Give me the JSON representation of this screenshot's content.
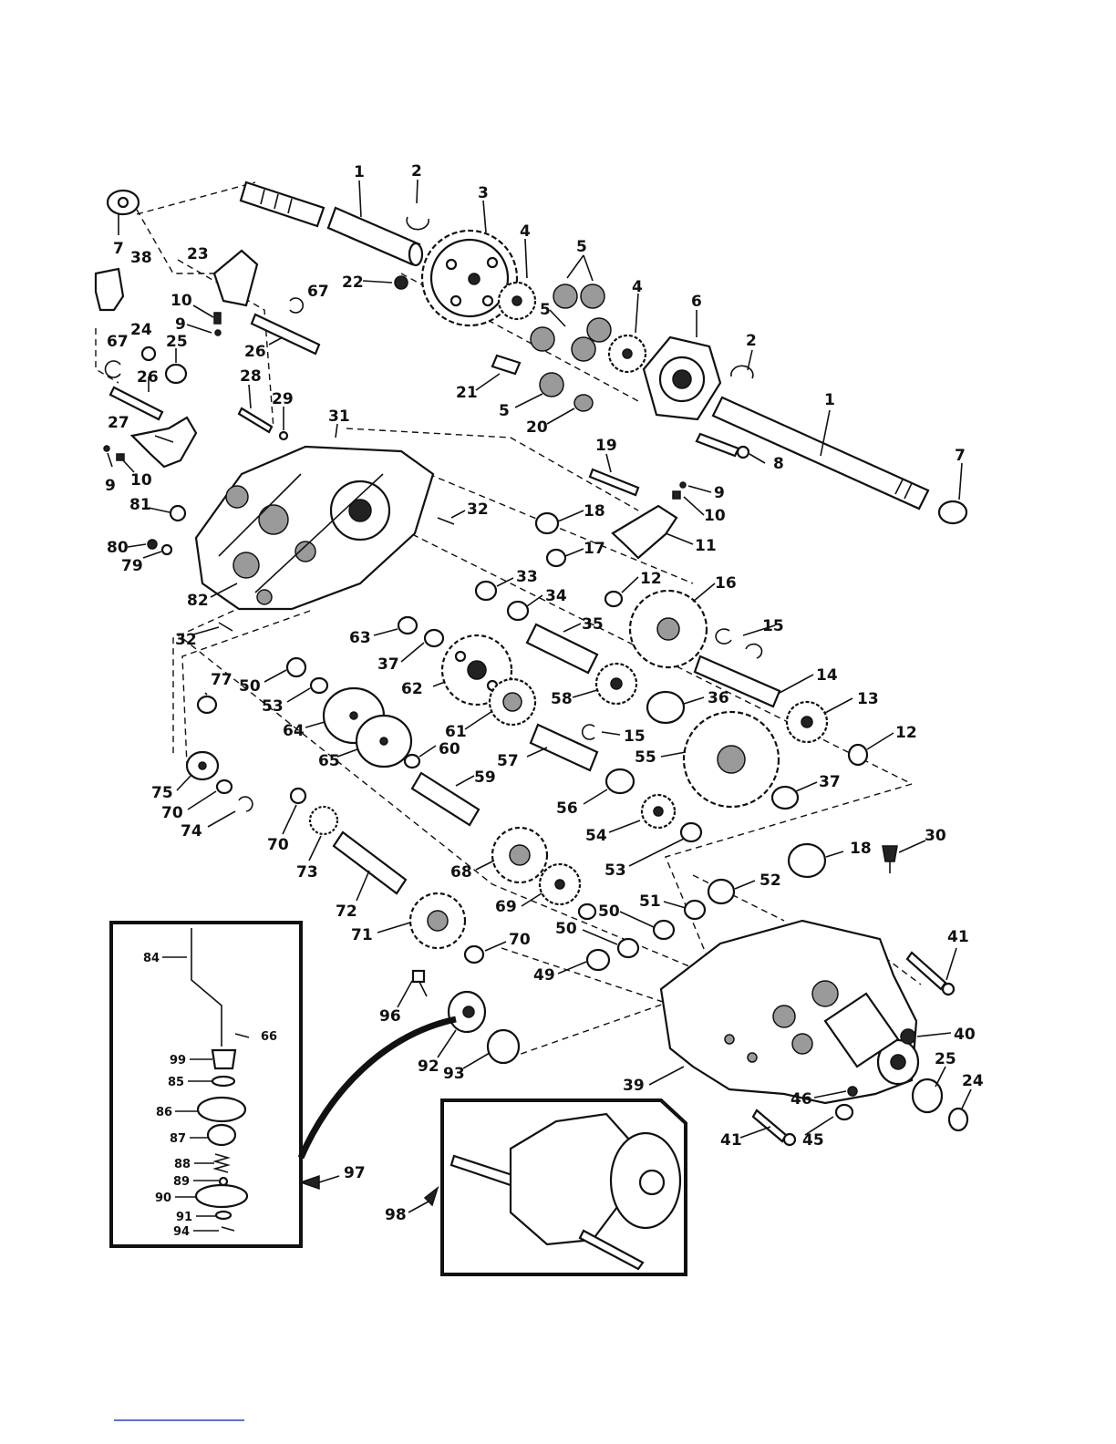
{
  "diagram": {
    "labels": {
      "l1a": "1",
      "l2a": "2",
      "l3": "3",
      "l4a": "4",
      "l5a": "5",
      "l7a": "7",
      "l38": "38",
      "l23": "23",
      "l67a": "67",
      "l22": "22",
      "l10a": "10",
      "l9a": "9",
      "l24a": "24",
      "l67b": "67",
      "l25a": "25",
      "l26a": "26",
      "l26b": "26",
      "l5b": "5",
      "l4b": "4",
      "l6": "6",
      "l2b": "2",
      "l21": "21",
      "l28": "28",
      "l29": "29",
      "l5c": "5",
      "l20": "20",
      "l1b": "1",
      "l27": "27",
      "l31": "31",
      "l9b": "9",
      "l10b": "10",
      "l8": "8",
      "l19": "19",
      "l7b": "7",
      "l81": "81",
      "l32a": "32",
      "l9c": "9",
      "l10c": "10",
      "l18a": "18",
      "l80": "80",
      "l79": "79",
      "l17": "17",
      "l11": "11",
      "l82": "82",
      "l33": "33",
      "l34": "34",
      "l12a": "12",
      "l16": "16",
      "l32b": "32",
      "l63": "63",
      "l35": "35",
      "l15a": "15",
      "l37a": "37",
      "l77": "77",
      "l50a": "50",
      "l62": "62",
      "l14": "14",
      "l53a": "53",
      "l58": "58",
      "l36": "36",
      "l13": "13",
      "l64": "64",
      "l61": "61",
      "l15b": "15",
      "l12b": "12",
      "l65": "65",
      "l60": "60",
      "l57": "57",
      "l55": "55",
      "l75": "75",
      "l59": "59",
      "l37b": "37",
      "l70a": "70",
      "l74": "74",
      "l56": "56",
      "l70b": "70",
      "l54": "54",
      "l73": "73",
      "l30": "30",
      "l68": "68",
      "l18b": "18",
      "l53b": "53",
      "l52": "52",
      "l72": "72",
      "l69": "69",
      "l51": "51",
      "l71": "71",
      "l50b": "50",
      "l41a": "41",
      "l70c": "70",
      "l50c": "50",
      "l49": "49",
      "l96": "96",
      "l40": "40",
      "l92": "92",
      "l93": "93",
      "l25b": "25",
      "l39": "39",
      "l24b": "24",
      "l46": "46",
      "l41b": "41",
      "l45": "45",
      "l97": "97",
      "l98": "98"
    },
    "inset_labels": {
      "l84": "84",
      "l66": "66",
      "l99": "99",
      "l85": "85",
      "l86": "86",
      "l87": "87",
      "l88": "88",
      "l89": "89",
      "l90": "90",
      "l91": "91",
      "l94": "94"
    }
  }
}
